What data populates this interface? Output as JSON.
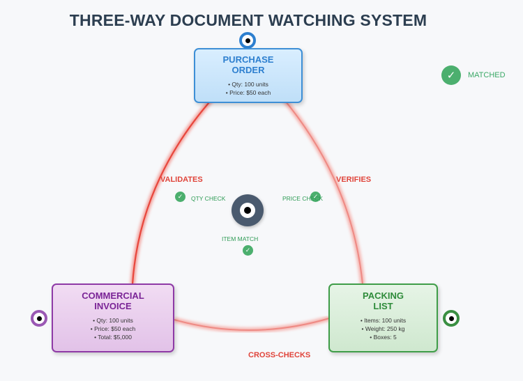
{
  "title": "THREE-WAY DOCUMENT WATCHING SYSTEM",
  "documents": {
    "purchase_order": {
      "title": "PURCHASE ORDER",
      "details": [
        "• Qty: 100 units",
        "• Price: $50 each"
      ]
    },
    "commercial_invoice": {
      "title": "COMMERCIAL INVOICE",
      "details": [
        "• Qty: 100 units",
        "• Price: $50 each",
        "• Total: $5,000"
      ]
    },
    "packing_list": {
      "title": "PACKING LIST",
      "details": [
        "• Items: 100 units",
        "• Weight: 250 kg",
        "• Boxes: 5"
      ]
    }
  },
  "edges": {
    "left": "VALIDATES",
    "right": "VERIFIES",
    "bottom": "CROSS-CHECKS"
  },
  "checks": {
    "qty": "QTY CHECK",
    "price": "PRICE CHECK",
    "item": "ITEM MATCH"
  },
  "legend": {
    "matched": "MATCHED",
    "check_icon": "check-icon",
    "eye_icon": "eye-icon"
  },
  "colors": {
    "edge_red": "#e8473d",
    "purchase_order": "#3d8fd6",
    "commercial_invoice": "#8e3aa6",
    "packing_list": "#3f9d48",
    "check_green": "#4caf6e",
    "center_eye": "#4a5a6e"
  }
}
